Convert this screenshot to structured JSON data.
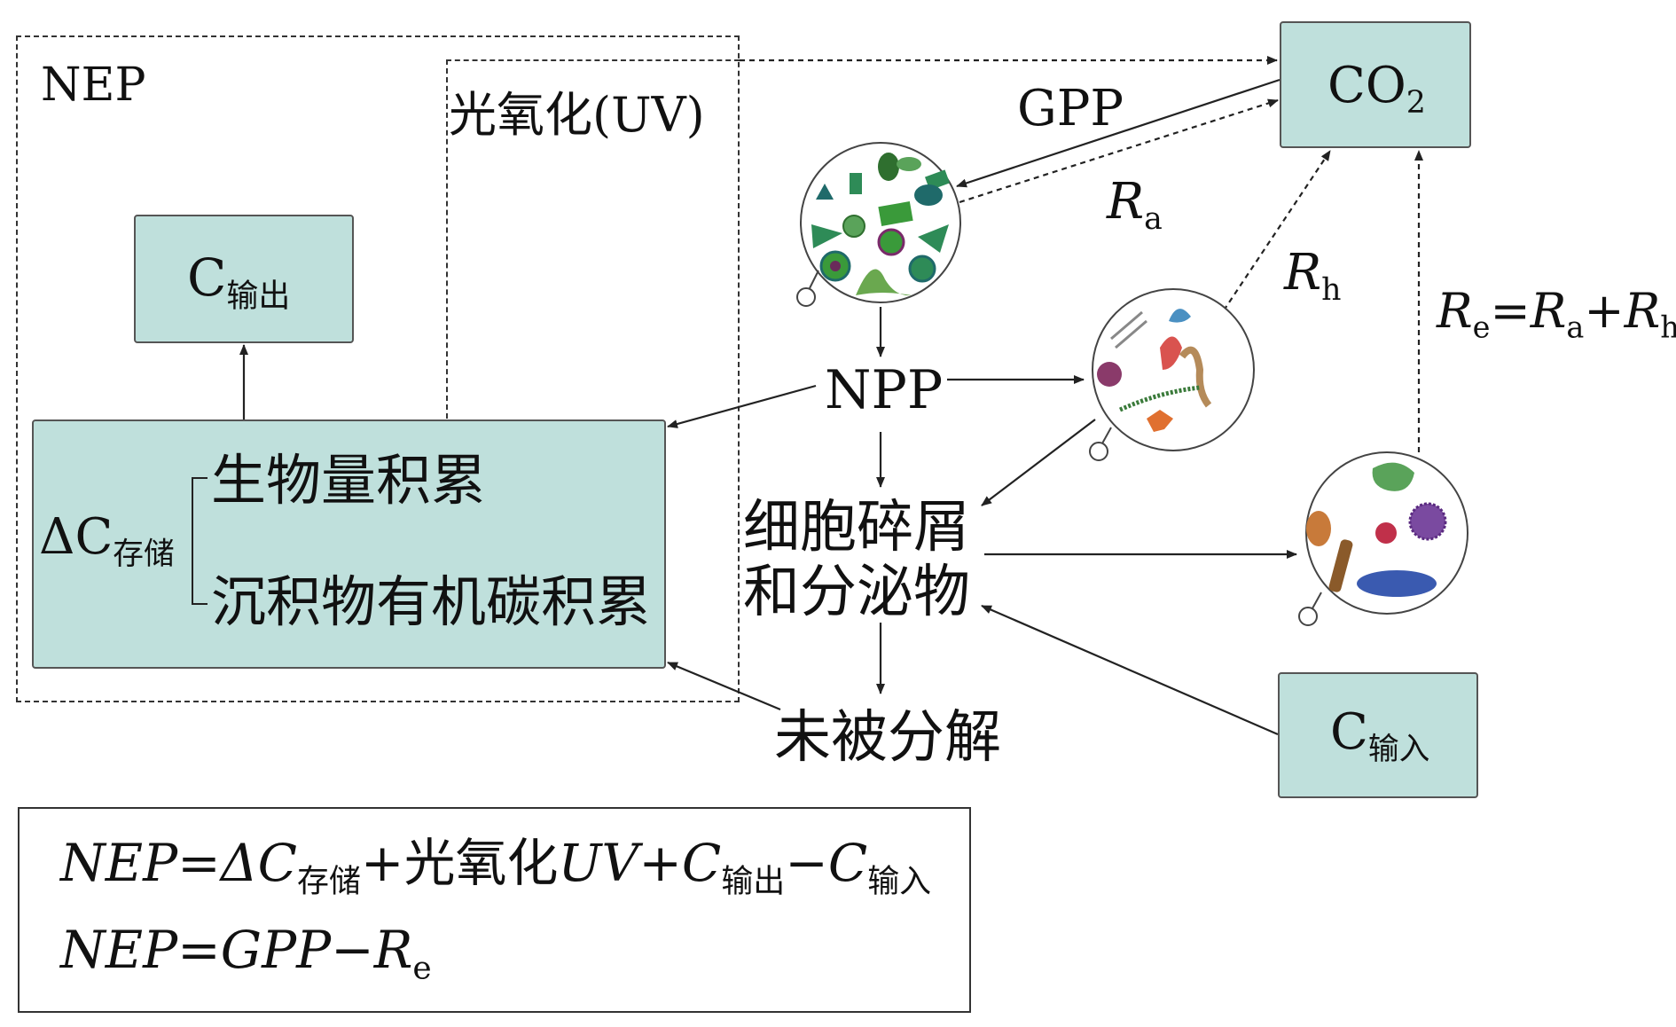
{
  "nep_region": {
    "label": "NEP"
  },
  "uv_region": {
    "label": "光氧化(UV)"
  },
  "co2": {
    "base": "CO",
    "sub": "2"
  },
  "c_out": {
    "base": "C",
    "sub": "输出"
  },
  "c_in": {
    "base": "C",
    "sub": "输入"
  },
  "storage": {
    "delta": "ΔC",
    "sub": "存储",
    "item1": "生物量积累",
    "item2": "沉积物有机碳积累"
  },
  "flows": {
    "gpp": "GPP",
    "ra_base": "R",
    "ra_sub": "a",
    "rh_base": "R",
    "rh_sub": "h",
    "re_eq": {
      "re": "R",
      "re_sub": "e",
      "eq": "=",
      "ra": "R",
      "ra_sub": "a",
      "plus": "+",
      "rh": "R",
      "rh_sub": "h"
    }
  },
  "nodes": {
    "npp": "NPP",
    "detritus_line1": "细胞碎屑",
    "detritus_line2": "和分泌物",
    "undecomposed": "未被分解"
  },
  "formulas": {
    "f1": {
      "nep": "NEP",
      "eq": "=",
      "dc": "ΔC",
      "dc_sub": "存储",
      "plus1": "+",
      "uv_cn": "光氧化",
      "uv": "UV",
      "plus2": "+",
      "cout": "C",
      "cout_sub": "输出",
      "minus": "−",
      "cin": "C",
      "cin_sub": "输入"
    },
    "f2": {
      "nep": "NEP",
      "eq": "=",
      "gpp": "GPP",
      "minus": "−",
      "re": "R",
      "re_sub": "e"
    }
  },
  "colors": {
    "box_fill": "#bfe0dc",
    "phyto_green": "#3a9a3a",
    "phyto_dark": "#1f6a6a"
  },
  "icons": [
    "phytoplankton-icon",
    "zooplankton-icon",
    "bacteria-icon"
  ]
}
